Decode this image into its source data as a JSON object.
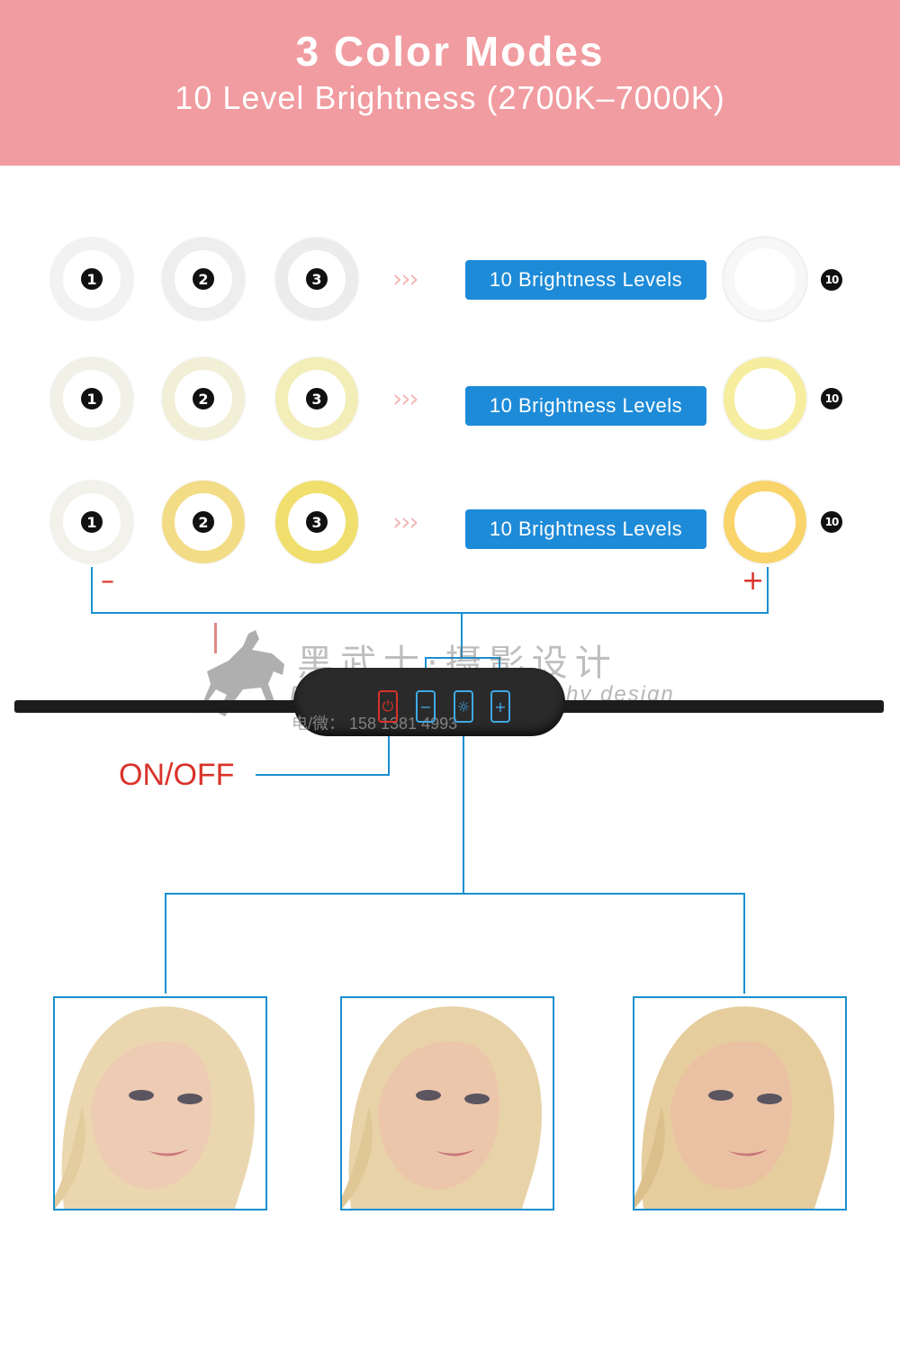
{
  "header": {
    "title": "3 Color Modes",
    "subtitle": "10 Level Brightness (2700K–7000K)"
  },
  "rows": [
    {
      "levels": [
        "1",
        "2",
        "3"
      ],
      "label": "10 Brightness Levels",
      "max": "10"
    },
    {
      "levels": [
        "1",
        "2",
        "3"
      ],
      "label": "10 Brightness Levels",
      "max": "10"
    },
    {
      "levels": [
        "1",
        "2",
        "3"
      ],
      "label": "10 Brightness Levels",
      "max": "10"
    }
  ],
  "signs": {
    "minus": "–",
    "plus": "+"
  },
  "arrows": "›››",
  "remote": {
    "buttons": [
      "⏻",
      "−",
      "☼",
      "+"
    ]
  },
  "onoff_label": "ON/OFF",
  "watermark": {
    "cn": "黑武士·摄影设计",
    "en": "Black Warrior  Photography  design",
    "tel": "电/微： 158 1381 4993"
  },
  "colors": {
    "header_bg": "#f19ca0",
    "accent_blue": "#1e8bd8",
    "accent_red": "#d9322a"
  }
}
